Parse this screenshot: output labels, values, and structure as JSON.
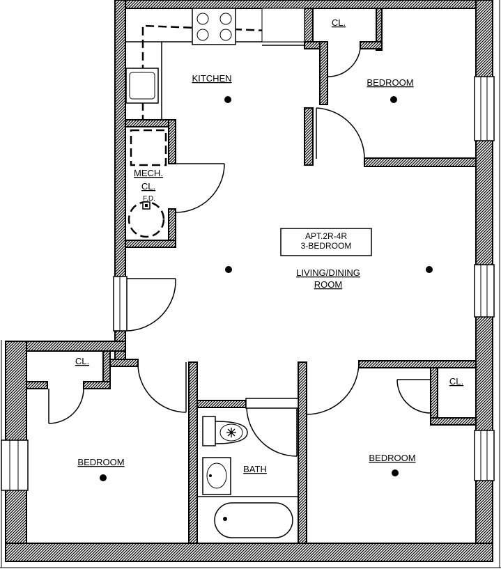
{
  "plan": {
    "rooms": {
      "kitchen": "KITCHEN",
      "bedroom_top": "BEDROOM",
      "closet_top": "CL.",
      "mech_line1": "MECH.",
      "mech_line2": "CL.",
      "fd": "F.D.",
      "living_line1": "LIVING/DINING",
      "living_line2": "ROOM",
      "closet_left": "CL.",
      "bedroom_left": "BEDROOM",
      "bath": "BATH",
      "bedroom_right": "BEDROOM",
      "closet_right": "CL."
    },
    "unit_box": {
      "line1": "APT.2R-4R",
      "line2": "3-BEDROOM"
    }
  }
}
